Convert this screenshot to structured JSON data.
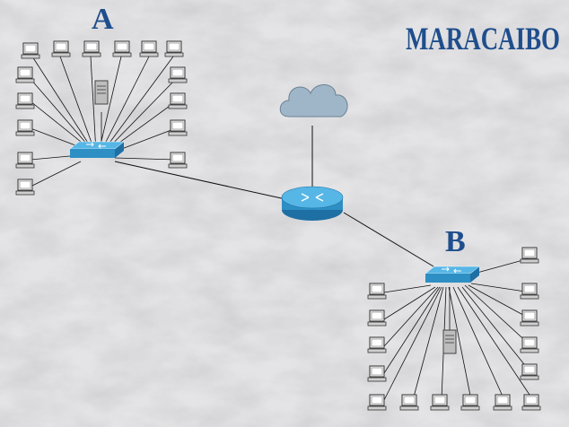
{
  "title": "MARACAIBO",
  "site_a": {
    "label": "A"
  },
  "site_b": {
    "label": "B"
  },
  "colors": {
    "title": "#1f4e8c",
    "device": "#2e8fc4",
    "device_top": "#56b6e6",
    "cloud": "#9fb6c8",
    "link": "#111111",
    "pc": "#d9d9d9"
  },
  "icons": [
    "cloud-icon",
    "router-icon",
    "switch-icon",
    "server-icon",
    "workstation-icon"
  ]
}
